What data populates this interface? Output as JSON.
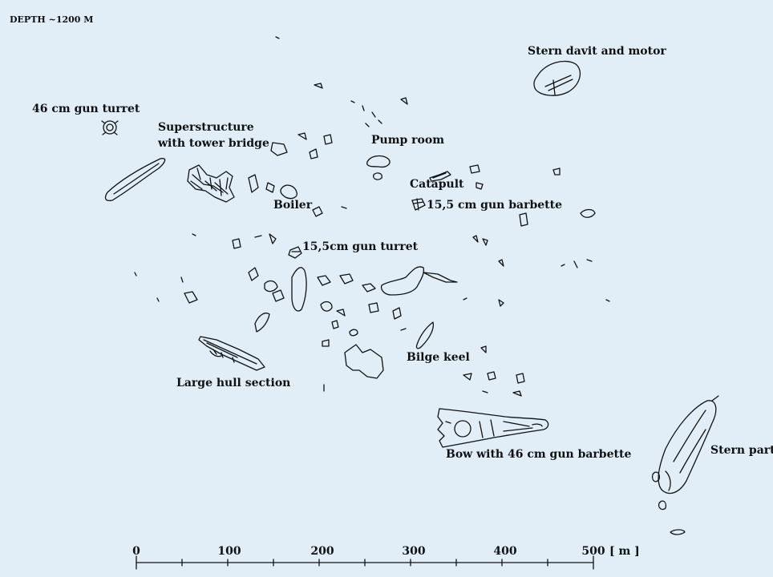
{
  "map": {
    "depth_note": "DEPTH ~1200 M",
    "labels": {
      "stern_davit": "Stern davit and motor",
      "gun_turret_46": "46 cm gun turret",
      "superstructure_line1": "Superstructure",
      "superstructure_line2": "with tower bridge",
      "pump_room": "Pump room",
      "catapult": "Catapult",
      "barbette_155": "15,5 cm gun barbette",
      "boiler": "Boiler",
      "turret_155": "15,5cm gun turret",
      "bilge_keel": "Bilge keel",
      "large_hull": "Large hull section",
      "bow": "Bow with 46 cm gun barbette",
      "stern_part": "Stern part"
    },
    "scale": {
      "ticks": [
        "0",
        "100",
        "200",
        "300",
        "400",
        "500"
      ],
      "unit": "[ m ]"
    },
    "colors": {
      "background": "#e1eef8",
      "ink": "#111111"
    }
  }
}
